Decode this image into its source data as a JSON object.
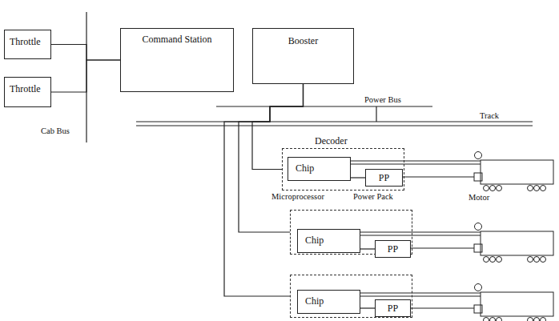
{
  "diagram": {
    "nodes": [
      {
        "text": [
          "Throttle"
        ]
      },
      {
        "text": [
          "Throttle"
        ]
      },
      {
        "text": [
          "Command Station"
        ]
      },
      {
        "text": [
          "Booster"
        ]
      },
      {
        "text": [
          "Decoder"
        ]
      },
      {
        "text": [
          "Chip"
        ],
        "in": 4
      },
      {
        "text": [
          "PP"
        ],
        "in": 4
      },
      {
        "text": []
      },
      {
        "text": [
          "Chip"
        ],
        "in": 7
      },
      {
        "text": [
          "PP"
        ],
        "in": 7
      },
      {
        "text": []
      },
      {
        "text": [
          "Chip"
        ],
        "in": 10
      },
      {
        "text": [
          "PP"
        ],
        "in": 10
      }
    ],
    "edges": [
      {
        "from": 0,
        "to": 2,
        "arrow": "none"
      },
      {
        "from": 1,
        "to": 2,
        "arrow": "none"
      },
      {
        "from": 3,
        "to": 4,
        "arrow": "none"
      },
      {
        "from": 3,
        "to": 7,
        "arrow": "none"
      },
      {
        "from": 3,
        "to": 10,
        "arrow": "none"
      },
      {
        "from": 5,
        "to": 6,
        "arrow": "none"
      },
      {
        "from": 8,
        "to": 9,
        "arrow": "none"
      },
      {
        "from": 11,
        "to": 12,
        "arrow": "none"
      }
    ],
    "labels": [
      "Cab Bus",
      "Power Bus",
      "Track",
      "Microprocessor",
      "Power Pack",
      "Motor"
    ]
  }
}
